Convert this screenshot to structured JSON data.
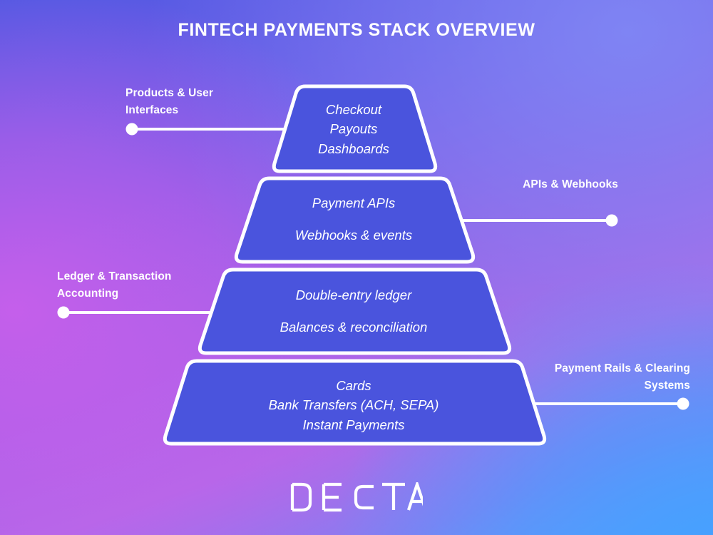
{
  "header": {
    "title": "FINTECH PAYMENTS STACK OVERVIEW"
  },
  "colors": {
    "layer_fill": "#4a54dd",
    "stroke": "#ffffff",
    "text": "#ffffff",
    "bg_top_left": "#5159e2",
    "bg_top_right": "#8287f0",
    "bg_bottom_left": "#b868e8",
    "bg_bottom_right": "#57a0fa"
  },
  "diagram": {
    "type": "pyramid",
    "layer_count": 4,
    "layers": [
      {
        "index": 1,
        "position": "top",
        "label": "Products & User Interfaces",
        "label_lines": [
          "Products & User",
          "Interfaces"
        ],
        "label_side": "left",
        "items": [
          "Checkout",
          "Payouts",
          "Dashboards"
        ],
        "text_spacing": "tight"
      },
      {
        "index": 2,
        "position": "upper-middle",
        "label": "APIs & Webhooks",
        "label_lines": [
          "APIs & Webhooks"
        ],
        "label_side": "right",
        "items": [
          "Payment APIs",
          "Webhooks & events"
        ],
        "text_spacing": "wide"
      },
      {
        "index": 3,
        "position": "lower-middle",
        "label": "Ledger & Transaction Accounting",
        "label_lines": [
          "Ledger & Transaction",
          "Accounting"
        ],
        "label_side": "left",
        "items": [
          "Double-entry ledger",
          "Balances & reconciliation"
        ],
        "text_spacing": "wide"
      },
      {
        "index": 4,
        "position": "base",
        "label": "Payment Rails & Clearing Systems",
        "label_lines": [
          "Payment Rails & Clearing",
          "Systems"
        ],
        "label_side": "right",
        "items": [
          "Cards",
          "Bank Transfers (ACH, SEPA)",
          "Instant Payments"
        ],
        "text_spacing": "tight"
      }
    ]
  },
  "footer": {
    "logo_text": "DECTA"
  }
}
